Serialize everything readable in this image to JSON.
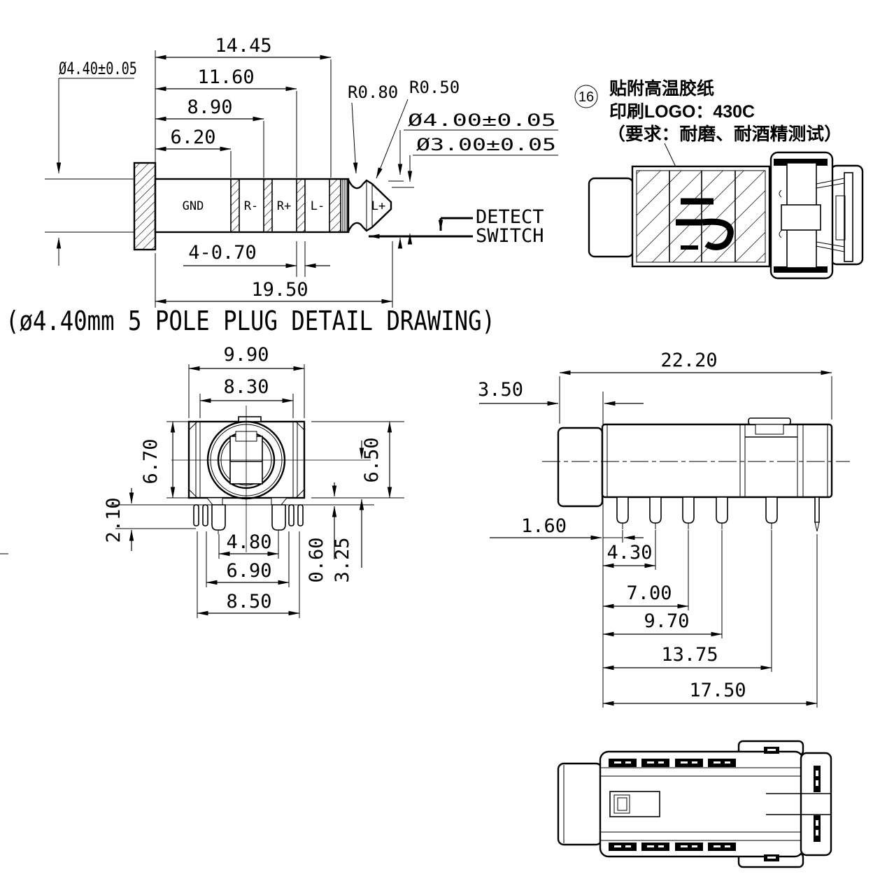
{
  "colors": {
    "line": "#000000",
    "highlight_blue": "#2323e0",
    "background": "#ffffff"
  },
  "plug_view": {
    "caption": "(ø4.40mm 5 POLE PLUG DETAIL DRAWING)",
    "dims": {
      "len_14_45": "14.45",
      "len_11_60": "11.60",
      "len_8_90": "8.90",
      "len_6_20": "6.20",
      "shaft_dia": "Ø4.40±0.05",
      "radius_big": "R0.80",
      "radius_small": "R0.50",
      "tip_dia": "Ø4.00±0.05",
      "tip_dia2": "Ø3.00±0.05",
      "band": "4-0.70",
      "total_len": "19.50"
    },
    "segments": {
      "s1": "GND",
      "s2": "R-",
      "s3": "R+",
      "s4": "L-",
      "s5": "L+"
    },
    "detect": {
      "line1": "DETECT",
      "line2": "SWITCH"
    }
  },
  "note": {
    "number": "16",
    "line1": "贴附高温胶纸",
    "line2": "印刷LOGO：430C",
    "line3": "（要求：耐磨、耐酒精测试）"
  },
  "front_view": {
    "dims": {
      "width_outer": "9.90",
      "width_inner": "8.30",
      "height_left": "6.70",
      "height_right": "6.50",
      "pin_length": "2.10",
      "pins_inner": "4.80",
      "pins_mid": "6.90",
      "pins_outer": "8.50",
      "standoff": "0.60",
      "center_to_base": "3.25"
    }
  },
  "side_view": {
    "dims": {
      "overall": "22.20",
      "left_offset": "3.50",
      "pin1": "1.60",
      "pin2": "4.30",
      "pin3": "7.00",
      "pin4": "9.70",
      "pin5": "13.75",
      "pin6": "17.50"
    }
  }
}
